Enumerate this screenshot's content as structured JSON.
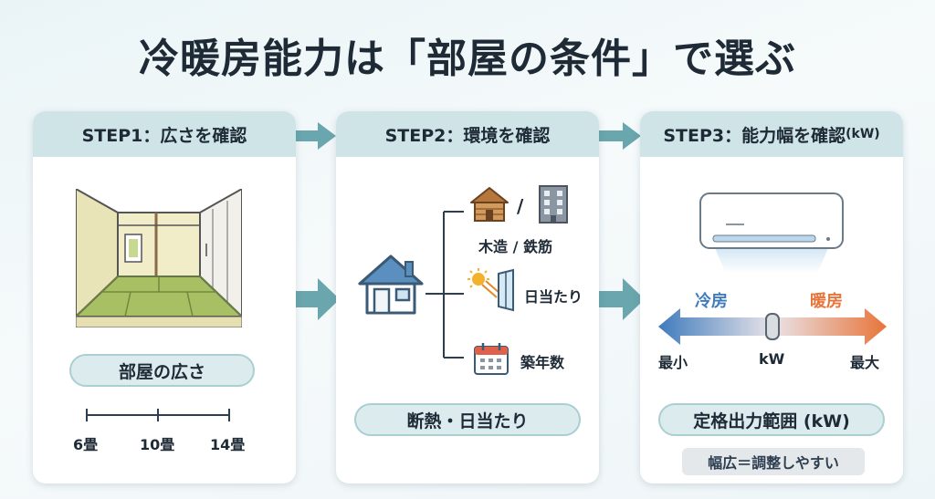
{
  "title": "冷暖房能力は「部屋の条件」で選ぶ",
  "step1": {
    "header": "STEP1：広さを確認",
    "pill": "部屋の広さ",
    "scale": [
      "6畳",
      "10畳",
      "14畳"
    ]
  },
  "step2": {
    "header": "STEP2：環境を確認",
    "structure_label": "木造 / 鉄筋",
    "slash": "/",
    "sunlight_label": "日当たり",
    "age_label": "築年数",
    "pill": "断熱・日当たり"
  },
  "step3": {
    "header_main": "STEP3：能力幅を確認",
    "header_unit": "(kW)",
    "cool_label": "冷房",
    "heat_label": "暖房",
    "min_label": "最小",
    "mid_label": "kW",
    "max_label": "最大",
    "pill": "定格出力範囲 (kW)",
    "note": "幅広＝調整しやすい"
  },
  "colors": {
    "cool": "#3f7bbd",
    "heat": "#e8743a",
    "header_bg": "#cfe4e7",
    "arrow": "#6aa6ad"
  }
}
